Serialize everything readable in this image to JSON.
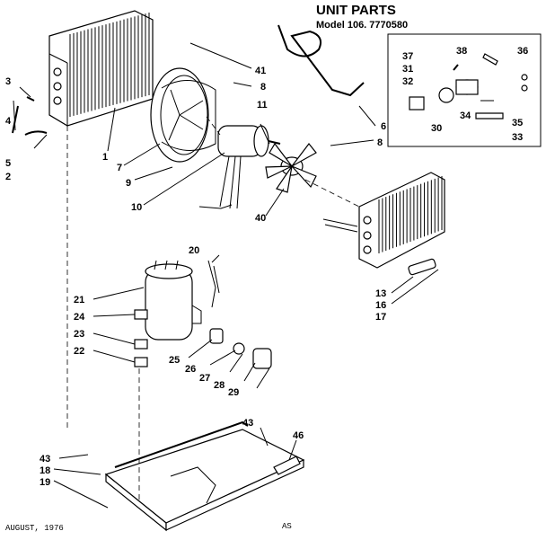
{
  "header": {
    "title": "UNIT PARTS",
    "model": "Model 106. 7770580"
  },
  "footer": {
    "date": "AUGUST, 1976",
    "code": "AS"
  },
  "callouts": [
    {
      "id": "c3",
      "label": "3"
    },
    {
      "id": "c4",
      "label": "4"
    },
    {
      "id": "c5",
      "label": "5"
    },
    {
      "id": "c2",
      "label": "2"
    },
    {
      "id": "c1",
      "label": "1"
    },
    {
      "id": "c7",
      "label": "7"
    },
    {
      "id": "c9",
      "label": "9"
    },
    {
      "id": "c10",
      "label": "10"
    },
    {
      "id": "c41",
      "label": "41"
    },
    {
      "id": "c8a",
      "label": "8"
    },
    {
      "id": "c11",
      "label": "11"
    },
    {
      "id": "c6",
      "label": "6"
    },
    {
      "id": "c8b",
      "label": "8"
    },
    {
      "id": "c40",
      "label": "40"
    },
    {
      "id": "c37",
      "label": "37"
    },
    {
      "id": "c31",
      "label": "31"
    },
    {
      "id": "c32",
      "label": "32"
    },
    {
      "id": "c30",
      "label": "30"
    },
    {
      "id": "c38",
      "label": "38"
    },
    {
      "id": "c36",
      "label": "36"
    },
    {
      "id": "c34",
      "label": "34"
    },
    {
      "id": "c35",
      "label": "35"
    },
    {
      "id": "c33",
      "label": "33"
    },
    {
      "id": "c20",
      "label": "20"
    },
    {
      "id": "c21",
      "label": "21"
    },
    {
      "id": "c24",
      "label": "24"
    },
    {
      "id": "c23",
      "label": "23"
    },
    {
      "id": "c22",
      "label": "22"
    },
    {
      "id": "c25",
      "label": "25"
    },
    {
      "id": "c26",
      "label": "26"
    },
    {
      "id": "c27",
      "label": "27"
    },
    {
      "id": "c28",
      "label": "28"
    },
    {
      "id": "c29",
      "label": "29"
    },
    {
      "id": "c13",
      "label": "13"
    },
    {
      "id": "c16",
      "label": "16"
    },
    {
      "id": "c17",
      "label": "17"
    },
    {
      "id": "c43a",
      "label": "43"
    },
    {
      "id": "c46",
      "label": "46"
    },
    {
      "id": "c43b",
      "label": "43"
    },
    {
      "id": "c18",
      "label": "18"
    },
    {
      "id": "c19",
      "label": "19"
    }
  ]
}
